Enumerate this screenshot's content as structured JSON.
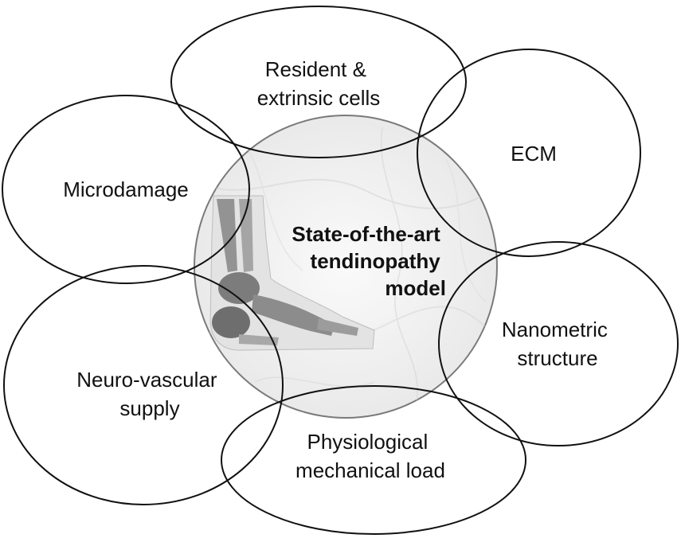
{
  "center": {
    "lines": [
      "State-of-the-art",
      "tendinopathy",
      "model"
    ]
  },
  "factors": {
    "resident": [
      "Resident &",
      "extrinsic cells"
    ],
    "ecm": [
      "ECM"
    ],
    "microdamage": [
      "Microdamage"
    ],
    "nanometric": [
      "Nanometric",
      "structure"
    ],
    "neuro": [
      "Neuro-vascular",
      "supply"
    ],
    "physio": [
      "Physiological",
      "mechanical load"
    ]
  },
  "colors": {
    "outline": "#111111",
    "center_outline": "#7a7a7a",
    "marble_base": "#f2f2f2",
    "marble_vein": "#d6d6d6",
    "bone": "#8a8a8a",
    "skin": "#e3e3e3"
  }
}
